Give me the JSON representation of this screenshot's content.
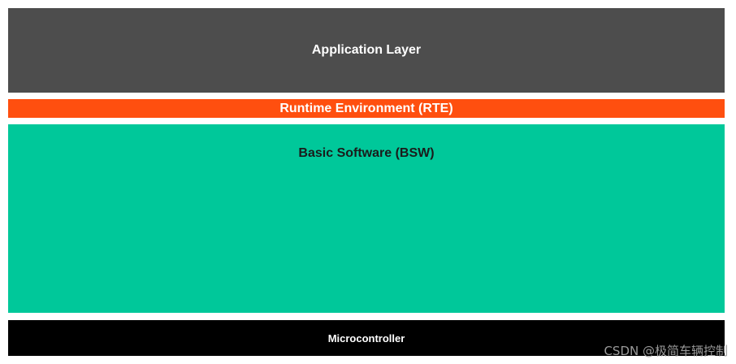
{
  "diagram": {
    "layers": {
      "application": {
        "label": "Application Layer",
        "color": "#4d4d4d"
      },
      "rte": {
        "label": "Runtime Environment (RTE)",
        "color": "#ff4f0f"
      },
      "bsw": {
        "label": "Basic Software (BSW)",
        "color": "#00c89a"
      },
      "microcontroller": {
        "label": "Microcontroller",
        "color": "#000000"
      }
    }
  },
  "watermark": {
    "text": "CSDN @极简车辆控制"
  }
}
